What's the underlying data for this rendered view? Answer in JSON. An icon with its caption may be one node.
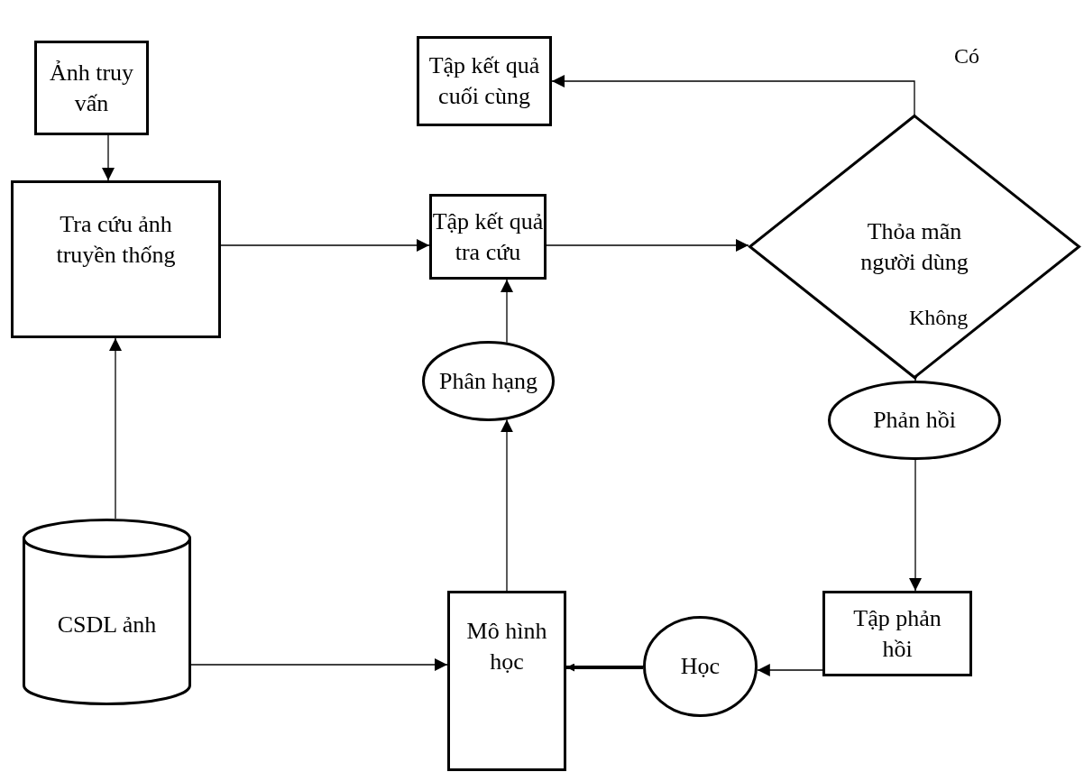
{
  "diagram": {
    "nodes": [
      {
        "text": [
          "Ảnh truy vấn"
        ]
      },
      {
        "text": [
          "Tập kết quả cuối cùng"
        ]
      },
      {
        "text": [
          "Tra cứu ảnh truyền thống"
        ]
      },
      {
        "text": [
          "Tập kết quả tra cứu"
        ]
      },
      {
        "text": [
          "Thỏa mãn người dùng"
        ]
      },
      {
        "text": [
          "Phân hạng"
        ]
      },
      {
        "text": [
          "Phản hồi"
        ]
      },
      {
        "text": [
          "CSDL ảnh"
        ]
      },
      {
        "text": [
          "Mô hình học"
        ]
      },
      {
        "text": [
          "Học"
        ]
      },
      {
        "text": [
          "Tập phản hồi"
        ]
      }
    ],
    "edges": [
      {
        "from": 0,
        "to": 2,
        "arrow": "to"
      },
      {
        "from": 2,
        "to": 3,
        "arrow": "to"
      },
      {
        "from": 3,
        "to": 4,
        "arrow": "to"
      },
      {
        "from": 4,
        "to": 1,
        "arrow": "to",
        "label": "Có"
      },
      {
        "from": 4,
        "to": 6,
        "arrow": "to",
        "label": "Không"
      },
      {
        "from": 6,
        "to": 10,
        "arrow": "to"
      },
      {
        "from": 10,
        "to": 9,
        "arrow": "to"
      },
      {
        "from": 9,
        "to": 8,
        "arrow": "to",
        "style": "thick"
      },
      {
        "from": 7,
        "to": 8,
        "arrow": "to"
      },
      {
        "from": 8,
        "to": 5,
        "arrow": "to"
      },
      {
        "from": 5,
        "to": 3,
        "arrow": "to"
      },
      {
        "from": 7,
        "to": 2,
        "arrow": "to"
      }
    ]
  }
}
